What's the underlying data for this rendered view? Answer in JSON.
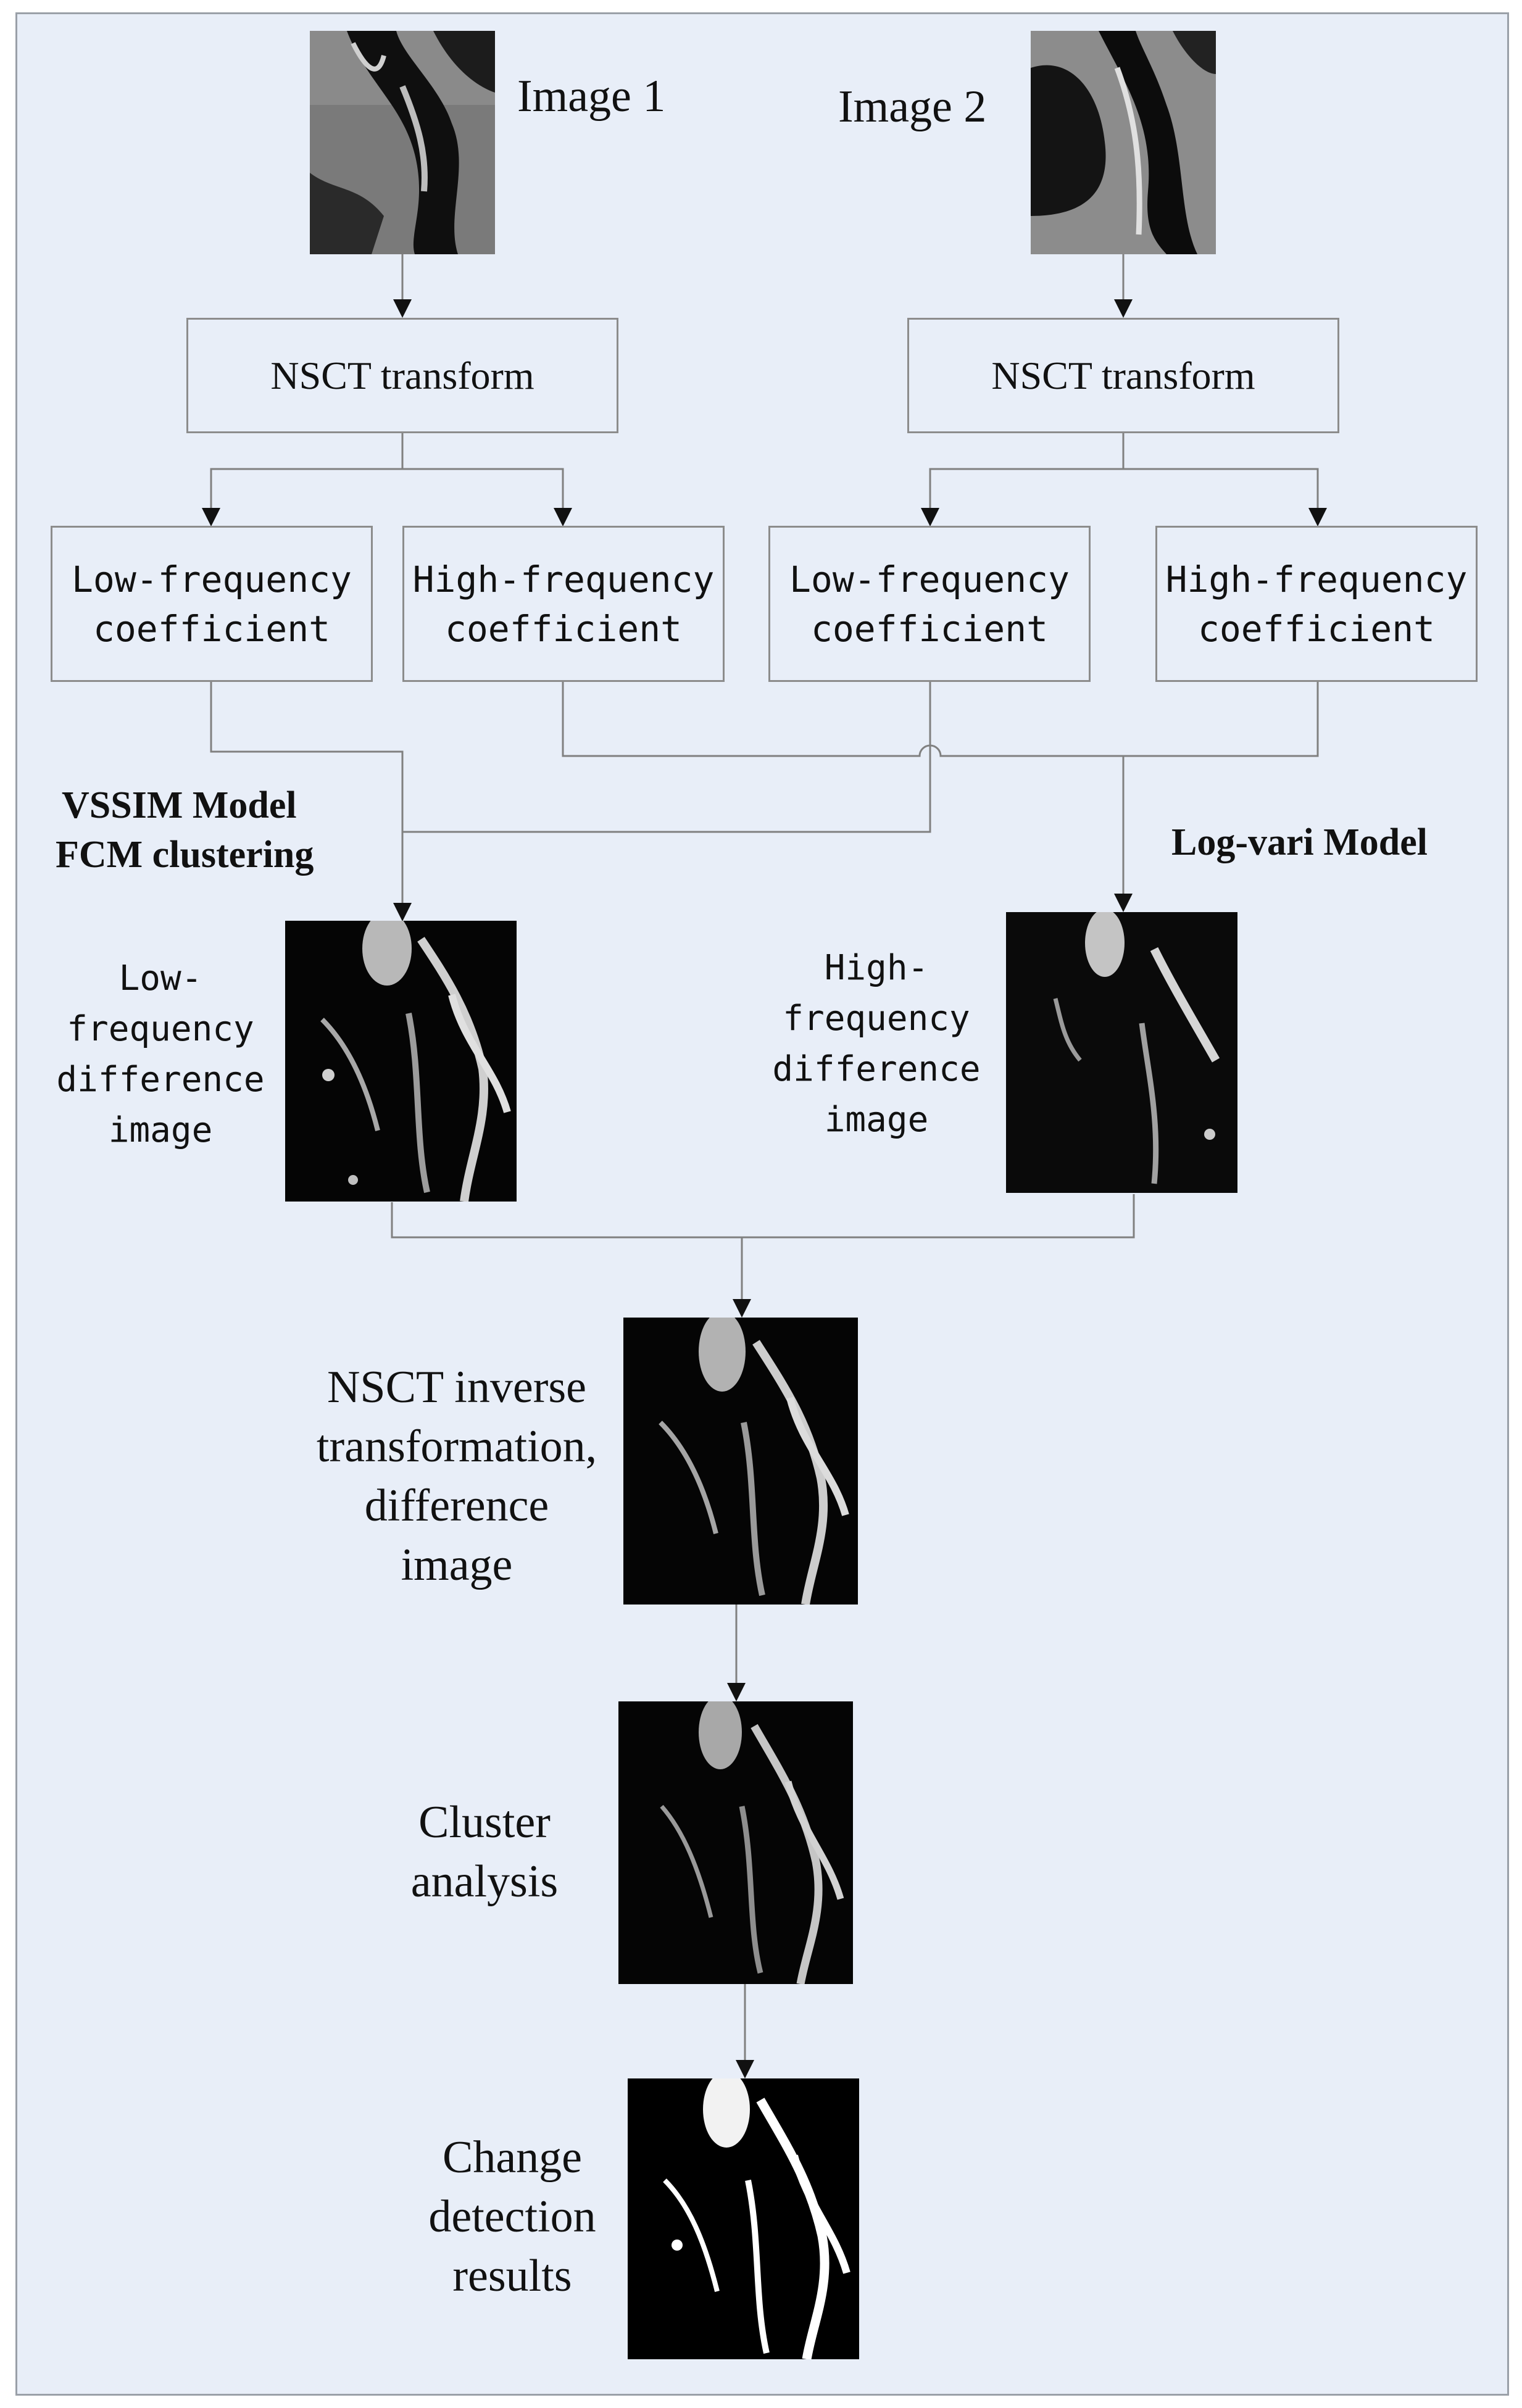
{
  "inputs": {
    "image1_label": "Image 1",
    "image2_label": "Image 2"
  },
  "transform": {
    "left_label": "NSCT transform",
    "right_label": "NSCT transform"
  },
  "coefficients": {
    "left_low_line1": "Low-frequency",
    "left_low_line2": "coefficient",
    "left_high_line1": "High-frequency",
    "left_high_line2": "coefficient",
    "right_low_line1": "Low-frequency",
    "right_low_line2": "coefficient",
    "right_high_line1": "High-frequency",
    "right_high_line2": "coefficient"
  },
  "models": {
    "vssim_line1": "VSSIM Model",
    "vssim_line2": "FCM clustering",
    "logvari": "Log-vari Model"
  },
  "difference": {
    "low_line1": "Low-",
    "low_line2": "frequency",
    "low_line3": "difference",
    "low_line4": "image",
    "high_line1": "High-",
    "high_line2": "frequency",
    "high_line3": "difference",
    "high_line4": "image"
  },
  "stages": {
    "inverse_line1": "NSCT inverse",
    "inverse_line2": "transformation,",
    "inverse_line3": "difference",
    "inverse_line4": "image",
    "cluster_line1": "Cluster",
    "cluster_line2": "analysis",
    "result_line1": "Change",
    "result_line2": "detection",
    "result_line3": "results"
  },
  "colors": {
    "background": "#e8eef8",
    "line": "#808080",
    "box_border": "#8c8c8c",
    "text": "#111111"
  }
}
